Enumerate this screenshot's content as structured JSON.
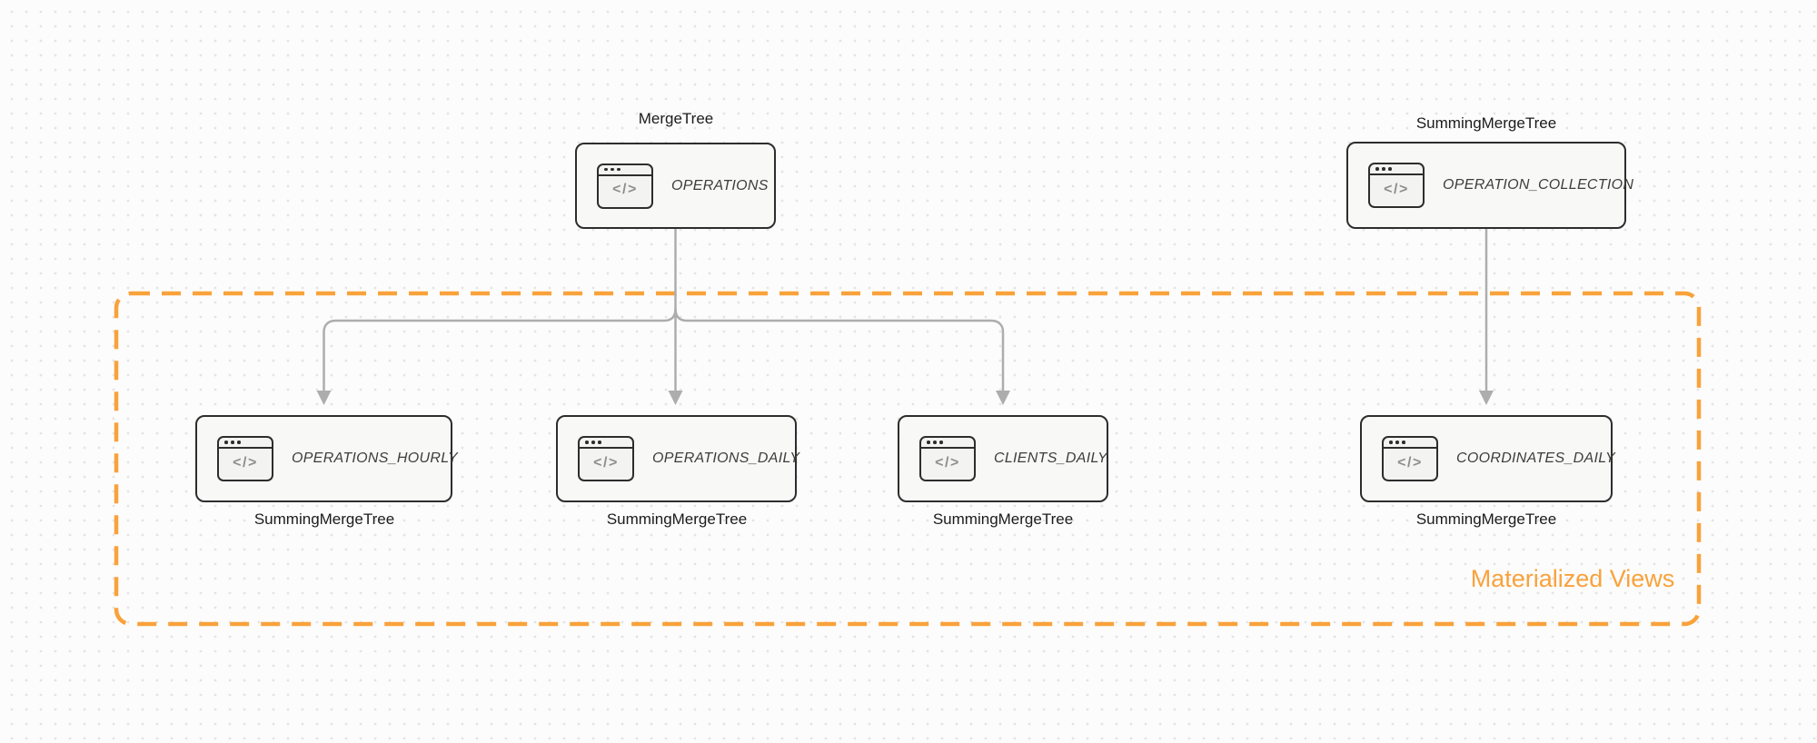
{
  "theme": {
    "accent_orange": "#F9A23B",
    "node_border": "#2D2D2D",
    "node_fill": "#F8F8F7",
    "arrow_gray": "#ADADAD",
    "label_dark": "#1B1B1B",
    "title_gray": "#3D3D3D",
    "canvas_bg": "#FCFCFC",
    "dot_gray": "#E4E4E4"
  },
  "diagram": {
    "group_label": "Materialized Views",
    "icon_glyph": "</>",
    "nodes": {
      "operations": {
        "title": "OPERATIONS",
        "engine": "MergeTree"
      },
      "operation_collection": {
        "title": "OPERATION_COLLECTION",
        "engine": "SummingMergeTree"
      },
      "operations_hourly": {
        "title": "OPERATIONS_HOURLY",
        "engine": "SummingMergeTree"
      },
      "operations_daily": {
        "title": "OPERATIONS_DAILY",
        "engine": "SummingMergeTree"
      },
      "clients_daily": {
        "title": "CLIENTS_DAILY",
        "engine": "SummingMergeTree"
      },
      "coordinates_daily": {
        "title": "COORDINATES_DAILY",
        "engine": "SummingMergeTree"
      }
    }
  }
}
